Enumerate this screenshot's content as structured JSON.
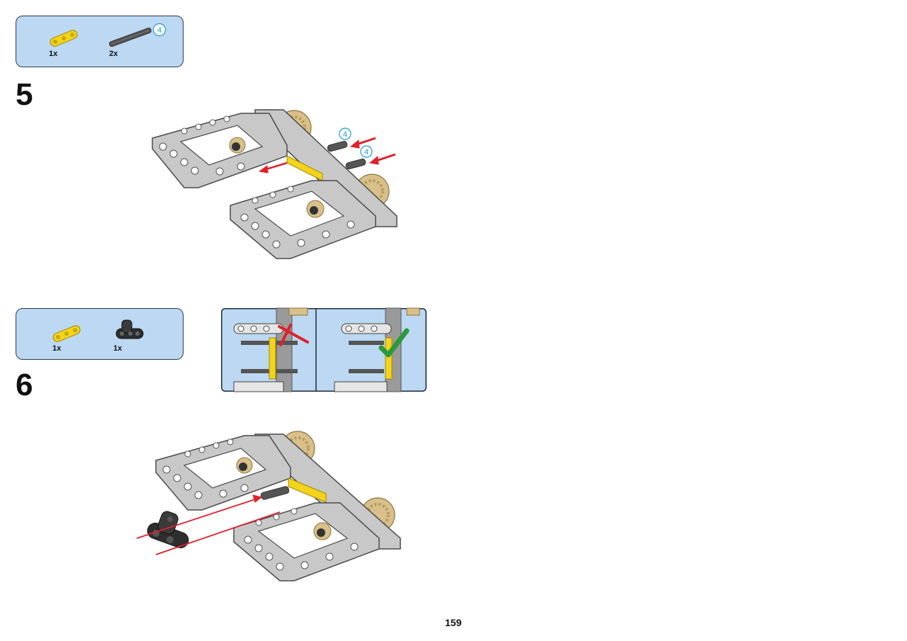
{
  "page_number": "159",
  "steps": [
    {
      "number": "5",
      "parts": [
        {
          "qty": "1x",
          "part": "yellow-beam-3-icon"
        },
        {
          "qty": "2x",
          "part": "dark-gray-axle-4-icon",
          "length_badge": "4"
        }
      ],
      "callout_badges": [
        "4",
        "4"
      ]
    },
    {
      "number": "6",
      "parts": [
        {
          "qty": "1x",
          "part": "yellow-beam-3-icon"
        },
        {
          "qty": "1x",
          "part": "black-connector-icon"
        }
      ]
    }
  ],
  "colors": {
    "parts_box_bg": "#bcd8f2",
    "frame_gray": "#c8c8c8",
    "frame_dark": "#4a4a4a",
    "gear_tan": "#d9c08a",
    "beam_yellow": "#f3d31c",
    "arrow_red": "#e0202a",
    "check_green": "#2a9a3a",
    "badge_blue": "#1a9ad8"
  }
}
